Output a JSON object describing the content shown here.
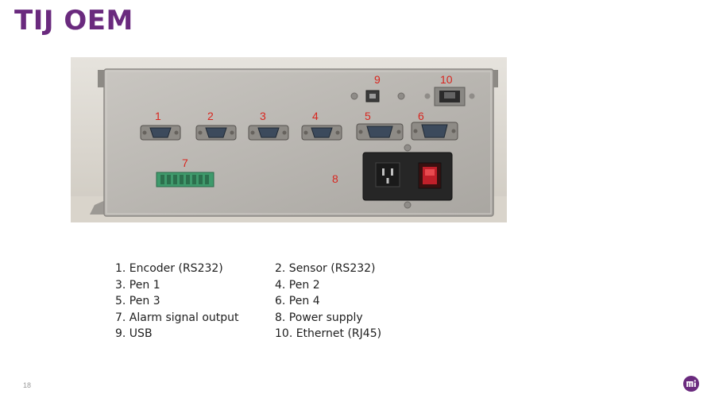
{
  "slide": {
    "title": "TIJ OEM",
    "page_number": "18"
  },
  "photo": {
    "port_labels": [
      "1",
      "2",
      "3",
      "4",
      "5",
      "6",
      "7",
      "8",
      "9",
      "10"
    ]
  },
  "legend": {
    "items": [
      "1. Encoder (RS232)",
      "2. Sensor (RS232)",
      "3. Pen 1",
      "4. Pen 2",
      "5. Pen 3",
      "6. Pen 4",
      "7. Alarm signal output",
      "8. Power supply",
      "9. USB",
      "10. Ethernet (RJ45)"
    ]
  },
  "colors": {
    "title": "#6a2a7e",
    "port_label": "#d8261f",
    "logo": "#6a2a7e"
  },
  "icons": {
    "logo": "mi-logo-icon"
  }
}
